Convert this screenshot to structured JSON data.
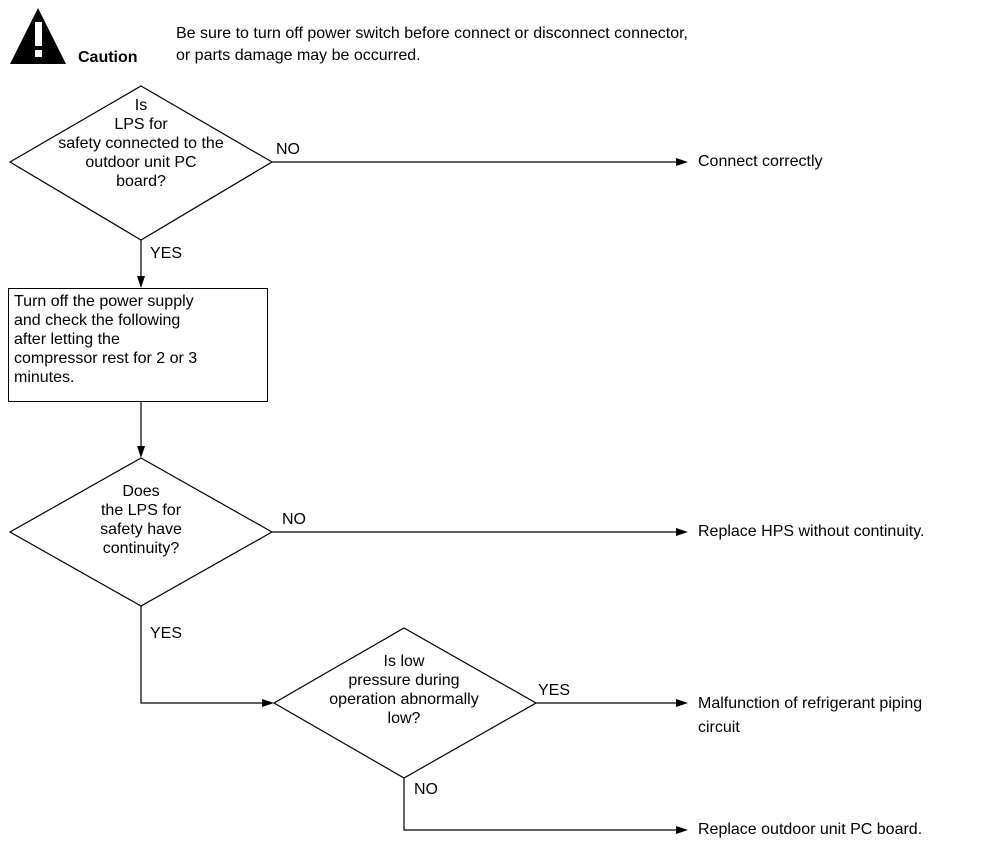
{
  "caution": {
    "label": "Caution",
    "icon": "warning-triangle-icon",
    "note_line1": "Be sure to turn off power switch before connect or disconnect connector,",
    "note_line2": "or parts damage may be occurred."
  },
  "decision1": {
    "lines": [
      "Is",
      "LPS for",
      "safety connected to the",
      "outdoor unit PC",
      "board?"
    ],
    "no_label": "NO",
    "yes_label": "YES",
    "no_result": "Connect correctly"
  },
  "step1": {
    "lines": [
      "Turn off the power supply",
      "and check the following",
      "after letting the",
      "compressor rest for 2 or 3",
      "minutes."
    ]
  },
  "decision2": {
    "lines": [
      "Does",
      "the LPS for",
      "safety have",
      "continuity?"
    ],
    "no_label": "NO",
    "yes_label": "YES",
    "no_result": "Replace HPS without continuity."
  },
  "decision3": {
    "lines": [
      "Is low",
      "pressure during",
      "operation abnormally",
      "low?"
    ],
    "yes_label": "YES",
    "no_label": "NO",
    "yes_result_line1": "Malfunction of refrigerant piping",
    "yes_result_line2": "circuit",
    "no_result": "Replace outdoor unit PC board."
  }
}
